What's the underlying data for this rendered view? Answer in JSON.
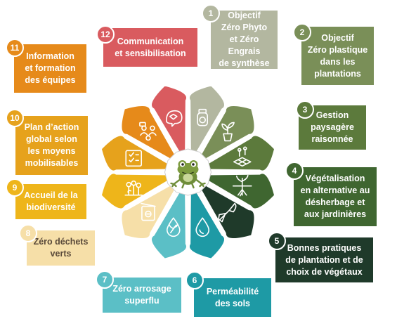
{
  "items": [
    {
      "num": "1",
      "label": "Objectif\nZéro Phyto\net Zéro Engrais\nde synthèse",
      "color": "#b3b7a0"
    },
    {
      "num": "2",
      "label": "Objectif\nZéro plastique\ndans les\nplantations",
      "color": "#7a8f58"
    },
    {
      "num": "3",
      "label": "Gestion\npaysagère\nraisonnée",
      "color": "#5c7a3c"
    },
    {
      "num": "4",
      "label": "Végétalisation\nen alternative au\ndésherbage et\naux jardinières",
      "color": "#3f6630"
    },
    {
      "num": "5",
      "label": "Bonnes pratiques\nde plantation et de\nchoix de végétaux",
      "color": "#1f3a2a"
    },
    {
      "num": "6",
      "label": "Perméabilité\ndes sols",
      "color": "#1e9aa5"
    },
    {
      "num": "7",
      "label": "Zéro arrosage\nsuperflu",
      "color": "#5bbfc6"
    },
    {
      "num": "8",
      "label": "Zéro déchets\nverts",
      "color": "#f6dfa8"
    },
    {
      "num": "9",
      "label": "Accueil de la\nbiodiversité",
      "color": "#eeb51a"
    },
    {
      "num": "10",
      "label": "Plan d’action\nglobal selon\nles moyens\nmobilisables",
      "color": "#e6a21c"
    },
    {
      "num": "11",
      "label": "Information\net formation\ndes équipes",
      "color": "#e68a1a"
    },
    {
      "num": "12",
      "label": "Communication\net sensibilisation",
      "color": "#d95b5f"
    }
  ],
  "petal_icons": [
    "plastic-bottle-icon",
    "sprout-pot-icon",
    "garden-grid-icon",
    "plant-roots-icon",
    "trowel-icon",
    "water-drop-icon",
    "leaf-drop-icon",
    "compost-bin-icon",
    "flowers-icon",
    "checklist-icon",
    "team-people-icon",
    "hands-chat-icon"
  ],
  "center_icon": "frog-icon"
}
